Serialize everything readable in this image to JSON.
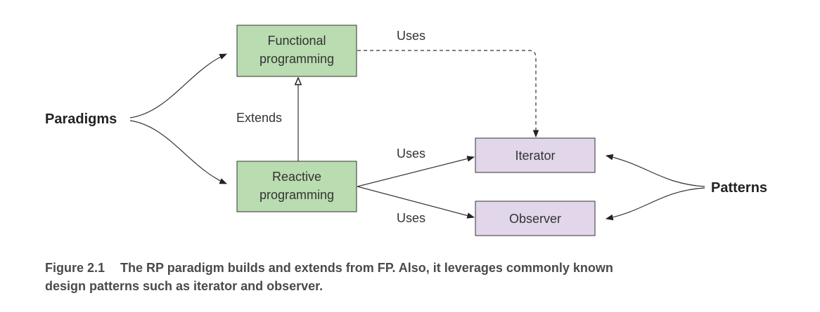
{
  "nodes": {
    "functional": {
      "line1": "Functional",
      "line2": "programming"
    },
    "reactive": {
      "line1": "Reactive",
      "line2": "programming"
    },
    "iterator": {
      "label": "Iterator"
    },
    "observer": {
      "label": "Observer"
    }
  },
  "groups": {
    "paradigms": "Paradigms",
    "patterns": "Patterns"
  },
  "edges": {
    "extends": "Extends",
    "uses_fp_iterator": "Uses",
    "uses_rp_iterator": "Uses",
    "uses_rp_observer": "Uses"
  },
  "caption": {
    "number": "Figure 2.1",
    "line1": "The RP paradigm builds and extends from FP. Also, it leverages commonly known",
    "line2": "design patterns such as iterator and observer."
  },
  "colors": {
    "paradigm_fill": "#b9dcb0",
    "pattern_fill": "#e1d6ea",
    "stroke": "#333333"
  }
}
